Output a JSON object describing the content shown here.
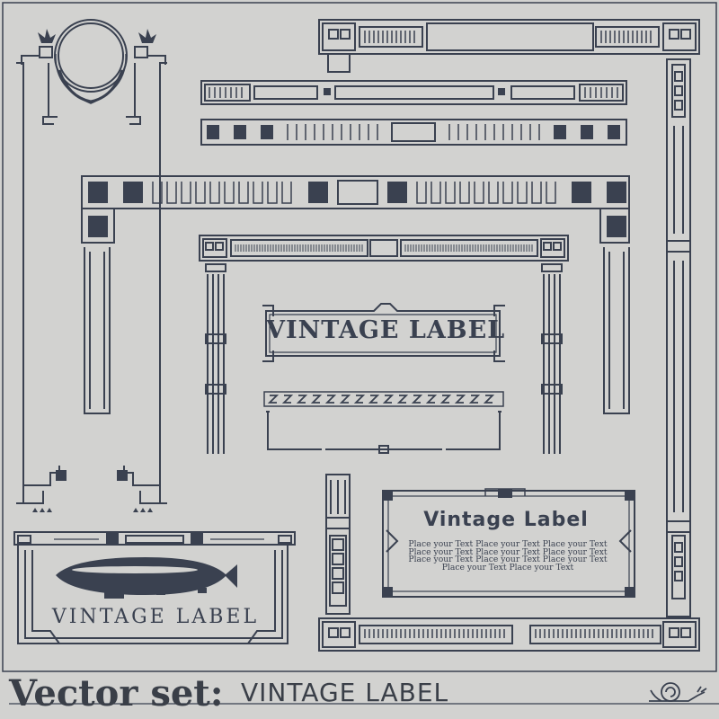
{
  "palette": {
    "background": "#d2d2d0",
    "ink": "#3a4150",
    "panel": "#c8c8c6"
  },
  "labels": {
    "center_label": "VINTAGE LABEL",
    "framed_label": "Vintage Label",
    "airship_label": "VINTAGE LABEL"
  },
  "placeholder_lines": [
    "Place your Text Place your Text Place your Text",
    "Place your Text Place your Text Place your Text",
    "Place your Text Place your Text Place your Text",
    "Place your Text Place your Text"
  ],
  "footer": {
    "title": "Vector set:",
    "subtitle": "VINTAGE LABEL"
  },
  "icons": [
    "wreath-medallion-icon",
    "airship-icon",
    "snail-icon",
    "torch-icon"
  ]
}
